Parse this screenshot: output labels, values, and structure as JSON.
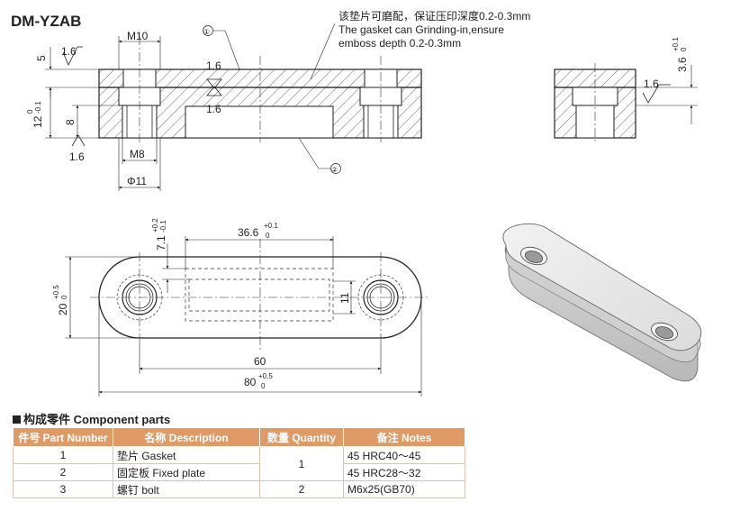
{
  "title": "DM-YZAB",
  "dims": {
    "m10": "M10",
    "m8": "M8",
    "phi11": "Φ11",
    "d5": "5",
    "d8": "8",
    "rough": "1.6",
    "h12": "12",
    "h12_up": "0",
    "h12_lo": "-0.1",
    "d36": "36.6",
    "d36_up": "+0.1",
    "d36_lo": "0",
    "d7": "7.1",
    "d7_up": "+0.2",
    "d7_lo": "-0.1",
    "d20": "20",
    "d20_up": "+0.5",
    "d20_lo": "0",
    "d11": "11",
    "d60": "60",
    "d80": "80",
    "d80_up": "+0.5",
    "d80_lo": "0",
    "d36r": "3.6",
    "d36r_up": "+0.1",
    "d36r_lo": "0"
  },
  "callouts": {
    "c1": "①",
    "c2": "②"
  },
  "note": {
    "line1": "该垫片可磨配，保证压印深度0.2-0.3mm",
    "line2": "The gasket can Grinding-in,ensure",
    "line3": "emboss depth 0.2-0.3mm"
  },
  "components": {
    "heading": "构成零件 Component parts",
    "headers": [
      "件号 Part Number",
      "名称 Description",
      "数量 Quantity",
      "备注 Notes"
    ],
    "rows": [
      {
        "part": "1",
        "desc": "垫片 Gasket",
        "qty": "1",
        "notes": "45 HRC40～45"
      },
      {
        "part": "2",
        "desc": "固定板 Fixed plate",
        "qty": "",
        "notes": "45 HRC28～32"
      },
      {
        "part": "3",
        "desc": "螺钉 bolt",
        "qty": "2",
        "notes": "M6x25(GB70)"
      }
    ]
  }
}
